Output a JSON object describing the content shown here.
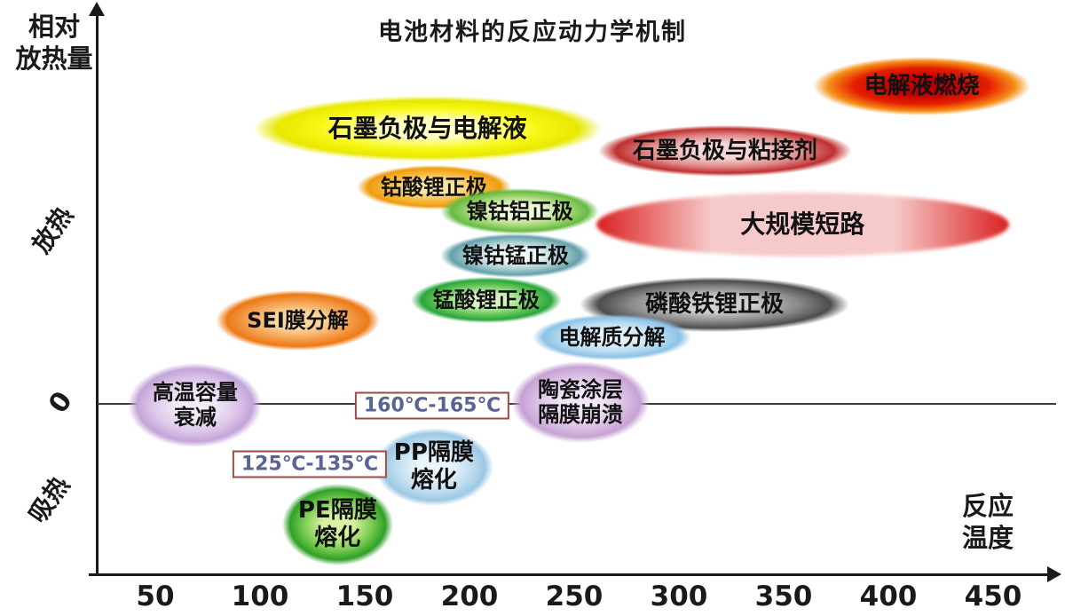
{
  "chart_data": {
    "type": "scatter",
    "title": "电池材料的反应动力学机制",
    "xlabel": "反应\n温度",
    "ylabel": "相对\n放热量",
    "y_zone_labels": {
      "positive": "放热",
      "zero": "0",
      "negative": "吸热"
    },
    "x_ticks": [
      50,
      100,
      150,
      200,
      250,
      300,
      350,
      400,
      450
    ],
    "xlim": [
      0,
      480
    ],
    "grid": false,
    "legend": "none",
    "bubbles": [
      {
        "name": "graphite-electrolyte",
        "label": "石墨负极与电解液",
        "temp_c": 180,
        "temp_range": [
          96,
          263
        ],
        "heat": 3.1,
        "h": 74,
        "fs": 28,
        "kind": "radial",
        "colors": [
          "#ffffc2",
          "#f8f818",
          "#e8e800"
        ]
      },
      {
        "name": "lco-cathode",
        "label": "钴酸锂正极",
        "temp_c": 183,
        "temp_range": [
          146,
          220
        ],
        "heat": 2.44,
        "h": 50,
        "fs": 24,
        "kind": "radial",
        "colors": [
          "#fbe3a0",
          "#f6b93c",
          "#ee9c10"
        ]
      },
      {
        "name": "nca-cathode",
        "label": "镍钴铝正极",
        "temp_c": 224,
        "temp_range": [
          186,
          262
        ],
        "heat": 2.17,
        "h": 52,
        "fs": 24,
        "kind": "radial",
        "colors": [
          "#eef8dc",
          "#a8d878",
          "#66bb44"
        ]
      },
      {
        "name": "graphite-binder",
        "label": "石墨负极与粘接剂",
        "temp_c": 322,
        "temp_range": [
          262,
          383
        ],
        "heat": 2.85,
        "h": 58,
        "fs": 26,
        "kind": "radial",
        "colors": [
          "#f6d7d7",
          "#e08888",
          "#bf3030"
        ]
      },
      {
        "name": "massive-short-circuit",
        "label": "大规模短路",
        "temp_c": 359,
        "temp_range": [
          261,
          458
        ],
        "heat": 2.02,
        "h": 72,
        "fs": 28,
        "kind": "horizontal",
        "colors": [
          "#f6caca",
          "#db2020"
        ]
      },
      {
        "name": "ncm-cathode",
        "label": "镍钴锰正极",
        "temp_c": 222,
        "temp_range": [
          186,
          258
        ],
        "heat": 1.67,
        "h": 50,
        "fs": 24,
        "kind": "radial",
        "colors": [
          "#eff7f7",
          "#a8cdd2",
          "#64a0aa"
        ]
      },
      {
        "name": "lmo-cathode",
        "label": "锰酸锂正极",
        "temp_c": 208,
        "temp_range": [
          172,
          244
        ],
        "heat": 1.17,
        "h": 52,
        "fs": 24,
        "kind": "radial",
        "colors": [
          "#d6f2c2",
          "#6cc95e",
          "#2aa63c"
        ]
      },
      {
        "name": "lfp-cathode",
        "label": "磷酸铁锂正极",
        "temp_c": 317,
        "temp_range": [
          252,
          381
        ],
        "heat": 1.12,
        "h": 62,
        "fs": 26,
        "kind": "radial",
        "colors": [
          "#cfcfcf",
          "#8a8a8a",
          "#4d4d4d"
        ]
      },
      {
        "name": "sei-decomposition",
        "label": "SEI膜分解",
        "temp_c": 118,
        "temp_range": [
          79,
          157
        ],
        "heat": 0.94,
        "h": 68,
        "fs": 24,
        "kind": "radial",
        "colors": [
          "#fad7a0",
          "#f4a050",
          "#ec7914"
        ]
      },
      {
        "name": "electrolyte-decomposition",
        "label": "电解质分解",
        "temp_c": 268,
        "temp_range": [
          230,
          306
        ],
        "heat": 0.75,
        "h": 52,
        "fs": 24,
        "kind": "radial",
        "colors": [
          "#e4f1fb",
          "#badcf2",
          "#8cc2e6"
        ]
      },
      {
        "name": "high-temp-capacity-fade",
        "label": "高温容量\n衰减",
        "temp_c": 69,
        "temp_range": [
          37,
          101
        ],
        "heat": -0.01,
        "h": 95,
        "fs": 24,
        "kind": "radial",
        "colors": [
          "#f2eaf7",
          "#ddc8ea",
          "#c3a4d8"
        ]
      },
      {
        "name": "ceramic-separator-collapse",
        "label": "陶瓷涂层\n隔膜崩溃",
        "temp_c": 253,
        "temp_range": [
          220,
          286
        ],
        "heat": 0.02,
        "h": 92,
        "fs": 24,
        "kind": "radial",
        "colors": [
          "#f2e6f6",
          "#dcc2e6",
          "#c6a2d4"
        ]
      },
      {
        "name": "pp-separator-melting",
        "label": "PP隔膜\n熔化",
        "temp_c": 183,
        "temp_range": [
          155,
          212
        ],
        "heat": -0.71,
        "h": 88,
        "fs": 26,
        "kind": "radial",
        "colors": [
          "#eaf4fb",
          "#c2dff0",
          "#9cc8e4"
        ]
      },
      {
        "name": "pe-separator-melting",
        "label": "PE隔膜\n熔化",
        "temp_c": 137,
        "temp_range": [
          111,
          164
        ],
        "heat": -1.36,
        "h": 92,
        "fs": 26,
        "kind": "radial",
        "colors": [
          "#d8f0a0",
          "#78cc50",
          "#30a028"
        ]
      },
      {
        "name": "electrolyte-combustion",
        "label": "电解液燃烧",
        "temp_c": 416,
        "temp_range": [
          364,
          468
        ],
        "heat": 3.58,
        "h": 66,
        "fs": 26,
        "kind": "radial",
        "colors": [
          "#c00000",
          "#e61e00",
          "#f59018"
        ]
      }
    ],
    "annotations": [
      {
        "name": "melt-range-pp",
        "label": "160℃-165℃",
        "x": 487,
        "y": 457
      },
      {
        "name": "melt-range-pe",
        "label": "125℃-135℃",
        "x": 349,
        "y": 523
      }
    ],
    "colors": {
      "axis": "#1a1a1a",
      "zero_line": "#3a3a3a",
      "annotation_border": "#9c4a42",
      "annotation_text": "#5a6394",
      "background": "#ffffff"
    }
  }
}
